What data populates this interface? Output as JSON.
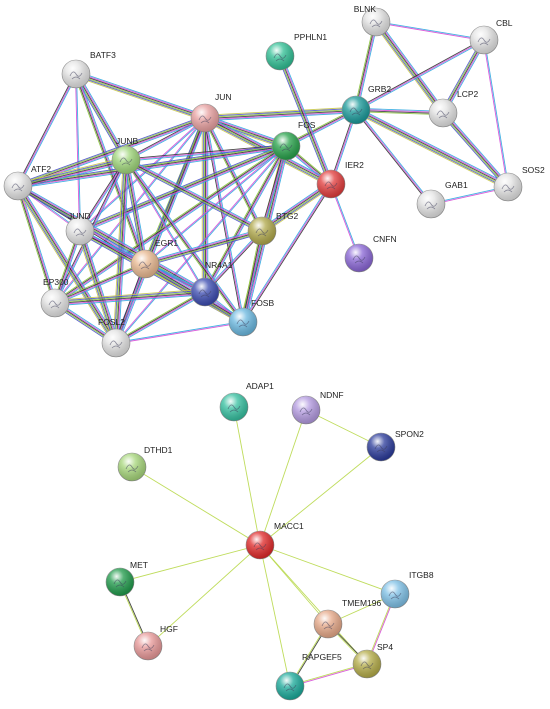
{
  "diagrams": [
    {
      "name": "upper-network",
      "nodes": [
        {
          "id": "BLNK",
          "label": "BLNK",
          "color": "#e3e3e3"
        },
        {
          "id": "CBL",
          "label": "CBL",
          "color": "#e3e3e3"
        },
        {
          "id": "PPHLN1",
          "label": "PPHLN1",
          "color": "#2fbf94"
        },
        {
          "id": "BATF3",
          "label": "BATF3",
          "color": "#e3e3e3"
        },
        {
          "id": "GRB2",
          "label": "GRB2",
          "color": "#1a9a9a"
        },
        {
          "id": "JUN",
          "label": "JUN",
          "color": "#e8a0a0"
        },
        {
          "id": "LCP2",
          "label": "LCP2",
          "color": "#e3e3e3"
        },
        {
          "id": "FOS",
          "label": "FOS",
          "color": "#27a24a"
        },
        {
          "id": "JUNB",
          "label": "JUNB",
          "color": "#9fd67a"
        },
        {
          "id": "IER2",
          "label": "IER2",
          "color": "#e23b3b"
        },
        {
          "id": "ATF2",
          "label": "ATF2",
          "color": "#e3e3e3"
        },
        {
          "id": "SOS2",
          "label": "SOS2",
          "color": "#e3e3e3"
        },
        {
          "id": "GAB1",
          "label": "GAB1",
          "color": "#e3e3e3"
        },
        {
          "id": "JUND",
          "label": "JUND",
          "color": "#e3e3e3"
        },
        {
          "id": "BTG2",
          "label": "BTG2",
          "color": "#b0a84a"
        },
        {
          "id": "EGR1",
          "label": "EGR1",
          "color": "#e8b890"
        },
        {
          "id": "CNFN",
          "label": "CNFN",
          "color": "#8a66d6"
        },
        {
          "id": "NR4A1",
          "label": "NR4A1",
          "color": "#3a4ab0"
        },
        {
          "id": "EP300",
          "label": "EP300",
          "color": "#e3e3e3"
        },
        {
          "id": "FOSB",
          "label": "FOSB",
          "color": "#6ab8e0"
        },
        {
          "id": "FOSL2",
          "label": "FOSL2",
          "color": "#e3e3e3"
        }
      ],
      "edges": [
        [
          "BLNK",
          "CBL"
        ],
        [
          "BLNK",
          "GRB2"
        ],
        [
          "BLNK",
          "LCP2"
        ],
        [
          "CBL",
          "GRB2"
        ],
        [
          "CBL",
          "LCP2"
        ],
        [
          "CBL",
          "SOS2"
        ],
        [
          "GRB2",
          "LCP2"
        ],
        [
          "GRB2",
          "SOS2"
        ],
        [
          "GRB2",
          "GAB1"
        ],
        [
          "LCP2",
          "SOS2"
        ],
        [
          "GAB1",
          "SOS2"
        ],
        [
          "GRB2",
          "FOS"
        ],
        [
          "GRB2",
          "JUN"
        ],
        [
          "GRB2",
          "IER2"
        ],
        [
          "PPHLN1",
          "IER2"
        ],
        [
          "IER2",
          "CNFN"
        ],
        [
          "IER2",
          "FOS"
        ],
        [
          "BATF3",
          "JUN"
        ],
        [
          "BATF3",
          "ATF2"
        ],
        [
          "BATF3",
          "JUNB"
        ],
        [
          "BATF3",
          "JUND"
        ],
        [
          "BATF3",
          "EGR1"
        ],
        [
          "JUN",
          "FOS"
        ],
        [
          "JUN",
          "JUNB"
        ],
        [
          "JUN",
          "ATF2"
        ],
        [
          "JUN",
          "JUND"
        ],
        [
          "JUN",
          "EGR1"
        ],
        [
          "JUN",
          "NR4A1"
        ],
        [
          "JUN",
          "FOSB"
        ],
        [
          "JUN",
          "FOSL2"
        ],
        [
          "JUN",
          "EP300"
        ],
        [
          "JUN",
          "BTG2"
        ],
        [
          "JUN",
          "IER2"
        ],
        [
          "FOS",
          "JUNB"
        ],
        [
          "FOS",
          "JUND"
        ],
        [
          "FOS",
          "EGR1"
        ],
        [
          "FOS",
          "NR4A1"
        ],
        [
          "FOS",
          "FOSB"
        ],
        [
          "FOS",
          "BTG2"
        ],
        [
          "FOS",
          "ATF2"
        ],
        [
          "FOS",
          "FOSL2"
        ],
        [
          "FOS",
          "EP300"
        ],
        [
          "JUNB",
          "ATF2"
        ],
        [
          "JUNB",
          "JUND"
        ],
        [
          "JUNB",
          "EGR1"
        ],
        [
          "JUNB",
          "NR4A1"
        ],
        [
          "JUNB",
          "FOSB"
        ],
        [
          "JUNB",
          "FOSL2"
        ],
        [
          "JUNB",
          "EP300"
        ],
        [
          "JUNB",
          "BTG2"
        ],
        [
          "ATF2",
          "JUND"
        ],
        [
          "ATF2",
          "EP300"
        ],
        [
          "ATF2",
          "FOSL2"
        ],
        [
          "ATF2",
          "EGR1"
        ],
        [
          "ATF2",
          "NR4A1"
        ],
        [
          "JUND",
          "EGR1"
        ],
        [
          "JUND",
          "EP300"
        ],
        [
          "JUND",
          "FOSL2"
        ],
        [
          "JUND",
          "NR4A1"
        ],
        [
          "JUND",
          "FOSB"
        ],
        [
          "EGR1",
          "NR4A1"
        ],
        [
          "EGR1",
          "EP300"
        ],
        [
          "EGR1",
          "FOSB"
        ],
        [
          "EGR1",
          "FOSL2"
        ],
        [
          "EGR1",
          "BTG2"
        ],
        [
          "NR4A1",
          "FOSB"
        ],
        [
          "NR4A1",
          "FOSL2"
        ],
        [
          "NR4A1",
          "EP300"
        ],
        [
          "NR4A1",
          "BTG2"
        ],
        [
          "EP300",
          "FOSL2"
        ],
        [
          "FOSL2",
          "FOSB"
        ],
        [
          "BTG2",
          "FOSB"
        ],
        [
          "BTG2",
          "IER2"
        ],
        [
          "FOSB",
          "IER2"
        ]
      ]
    },
    {
      "name": "lower-network",
      "nodes": [
        {
          "id": "ADAP1",
          "label": "ADAP1",
          "color": "#35c0a0"
        },
        {
          "id": "NDNF",
          "label": "NDNF",
          "color": "#b39ae0"
        },
        {
          "id": "SPON2",
          "label": "SPON2",
          "color": "#2a3a9a"
        },
        {
          "id": "DTHD1",
          "label": "DTHD1",
          "color": "#a6d67a"
        },
        {
          "id": "MACC1",
          "label": "MACC1",
          "color": "#e02828"
        },
        {
          "id": "MET",
          "label": "MET",
          "color": "#1f9a4a"
        },
        {
          "id": "ITGB8",
          "label": "ITGB8",
          "color": "#7ec0e6"
        },
        {
          "id": "TMEM196",
          "label": "TMEM196",
          "color": "#e6a888"
        },
        {
          "id": "HGF",
          "label": "HGF",
          "color": "#e89898"
        },
        {
          "id": "SP4",
          "label": "SP4",
          "color": "#b4ac48"
        },
        {
          "id": "RAPGEF5",
          "label": "RAPGEF5",
          "color": "#1aaa9a"
        }
      ],
      "edges": [
        [
          "MACC1",
          "ADAP1"
        ],
        [
          "MACC1",
          "NDNF"
        ],
        [
          "MACC1",
          "SPON2"
        ],
        [
          "MACC1",
          "DTHD1"
        ],
        [
          "MACC1",
          "MET"
        ],
        [
          "MACC1",
          "HGF"
        ],
        [
          "MACC1",
          "ITGB8"
        ],
        [
          "MACC1",
          "TMEM196"
        ],
        [
          "MACC1",
          "SP4"
        ],
        [
          "MACC1",
          "RAPGEF5"
        ],
        [
          "NDNF",
          "SPON2"
        ],
        [
          "MET",
          "HGF"
        ],
        [
          "TMEM196",
          "ITGB8"
        ],
        [
          "TMEM196",
          "SP4"
        ],
        [
          "TMEM196",
          "RAPGEF5"
        ],
        [
          "ITGB8",
          "SP4"
        ],
        [
          "SP4",
          "RAPGEF5"
        ]
      ]
    }
  ]
}
